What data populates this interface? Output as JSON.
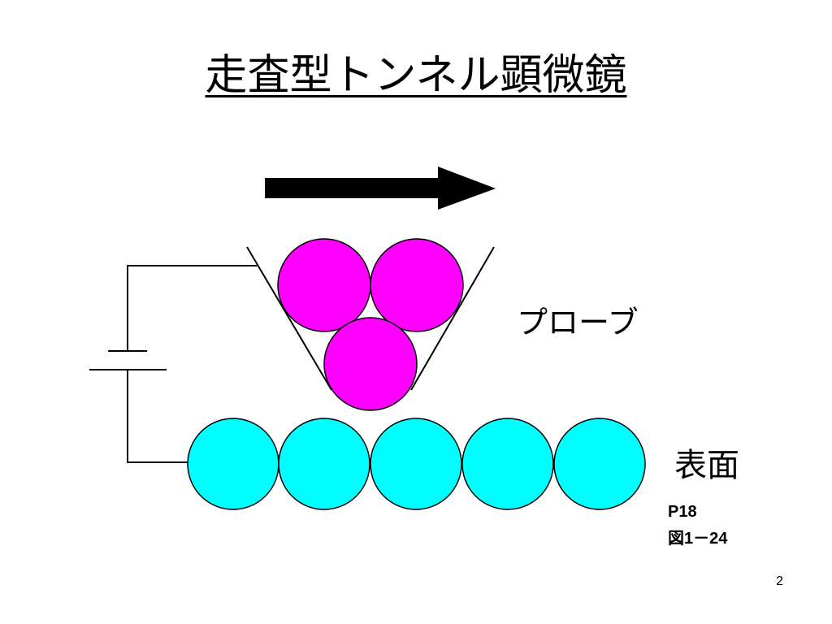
{
  "slide": {
    "title": "走査型トンネル顕微鏡",
    "probe_label": "プローブ",
    "surface_label": "表面",
    "figure_ref": {
      "page": "P18",
      "figure": "図1－24"
    },
    "page_number": "2"
  },
  "colors": {
    "probe_atom": "#ff00ff",
    "surface_atom": "#00ffff",
    "outline": "#000000"
  },
  "icons": {
    "scan_direction": "right-arrow-icon",
    "power_source": "battery-icon"
  }
}
